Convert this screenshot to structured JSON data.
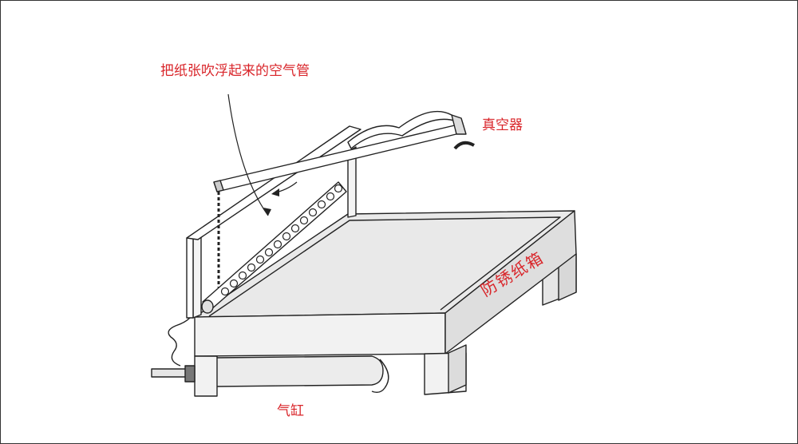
{
  "labels": {
    "air_tube": "把纸张吹浮起来的空气管",
    "vacuum": "真空器",
    "cylinder": "气缸",
    "box": "防锈纸箱"
  },
  "colors": {
    "label": "#d9252a",
    "outline": "#222222",
    "fill_light": "#e6e6e6",
    "fill_white": "#ffffff"
  }
}
